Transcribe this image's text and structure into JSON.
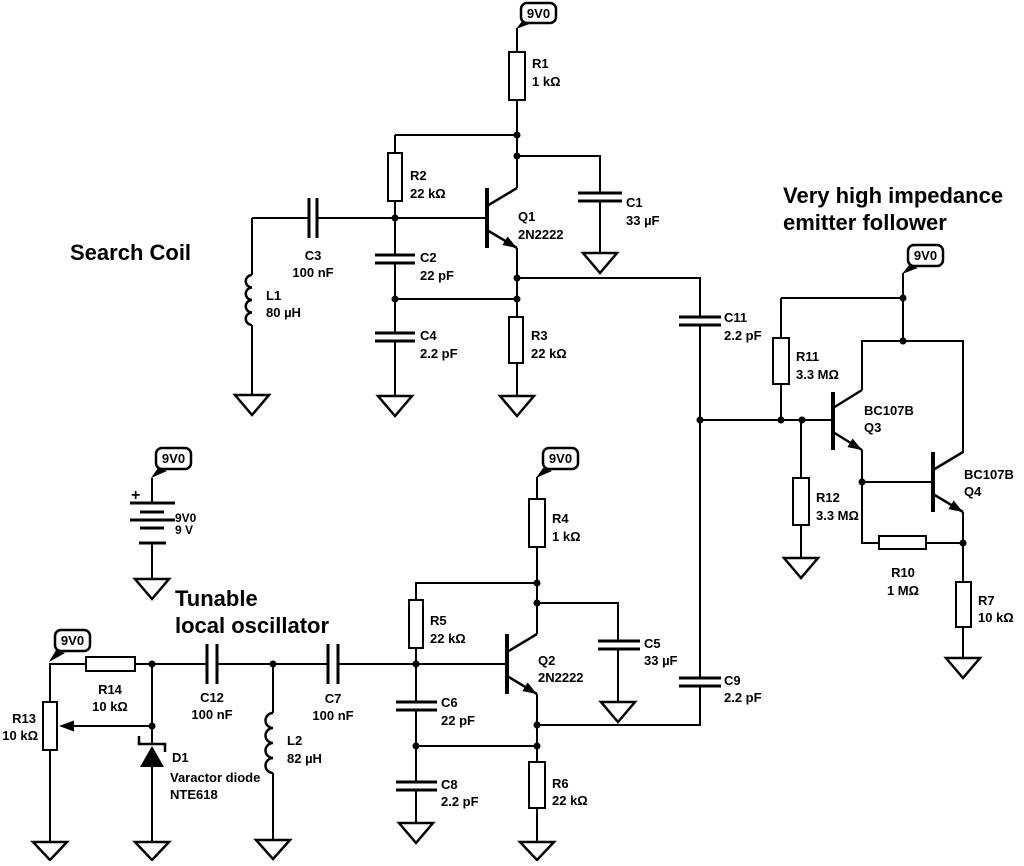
{
  "titles": {
    "search_coil": "Search Coil",
    "osc1": "Tunable",
    "osc2": "local oscillator",
    "ef1": "Very high impedance",
    "ef2": "emitter follower"
  },
  "power": {
    "net": "9V0",
    "battery_name": "9V0",
    "battery_value": "9 V",
    "battery_plus": "+"
  },
  "c": {
    "R1": {
      "r": "R1",
      "v": "1 kΩ"
    },
    "R2": {
      "r": "R2",
      "v": "22 kΩ"
    },
    "R3": {
      "r": "R3",
      "v": "22 kΩ"
    },
    "R4": {
      "r": "R4",
      "v": "1 kΩ"
    },
    "R5": {
      "r": "R5",
      "v": "22 kΩ"
    },
    "R6": {
      "r": "R6",
      "v": "22 kΩ"
    },
    "R7": {
      "r": "R7",
      "v": "10 kΩ"
    },
    "R10": {
      "r": "R10",
      "v": "1 MΩ"
    },
    "R11": {
      "r": "R11",
      "v": "3.3 MΩ"
    },
    "R12": {
      "r": "R12",
      "v": "3.3 MΩ"
    },
    "R13": {
      "r": "R13",
      "v": "10 kΩ"
    },
    "R14": {
      "r": "R14",
      "v": "10 kΩ"
    },
    "C1": {
      "r": "C1",
      "v": "33 µF"
    },
    "C2": {
      "r": "C2",
      "v": "22 pF"
    },
    "C3": {
      "r": "C3",
      "v": "100 nF"
    },
    "C4": {
      "r": "C4",
      "v": "2.2 pF"
    },
    "C5": {
      "r": "C5",
      "v": "33 µF"
    },
    "C6": {
      "r": "C6",
      "v": "22 pF"
    },
    "C7": {
      "r": "C7",
      "v": "100 nF"
    },
    "C8": {
      "r": "C8",
      "v": "2.2 pF"
    },
    "C9": {
      "r": "C9",
      "v": "2.2 pF"
    },
    "C11": {
      "r": "C11",
      "v": "2.2 pF"
    },
    "C12": {
      "r": "C12",
      "v": "100 nF"
    },
    "L1": {
      "r": "L1",
      "v": "80 µH"
    },
    "L2": {
      "r": "L2",
      "v": "82 µH"
    },
    "Q1": {
      "r": "Q1",
      "v": "2N2222"
    },
    "Q2": {
      "r": "Q2",
      "v": "2N2222"
    },
    "Q3": {
      "part": "BC107B",
      "r": "Q3"
    },
    "Q4": {
      "part": "BC107B",
      "r": "Q4"
    },
    "D1": {
      "r": "D1",
      "desc1": "Varactor diode",
      "desc2": "NTE618"
    }
  }
}
